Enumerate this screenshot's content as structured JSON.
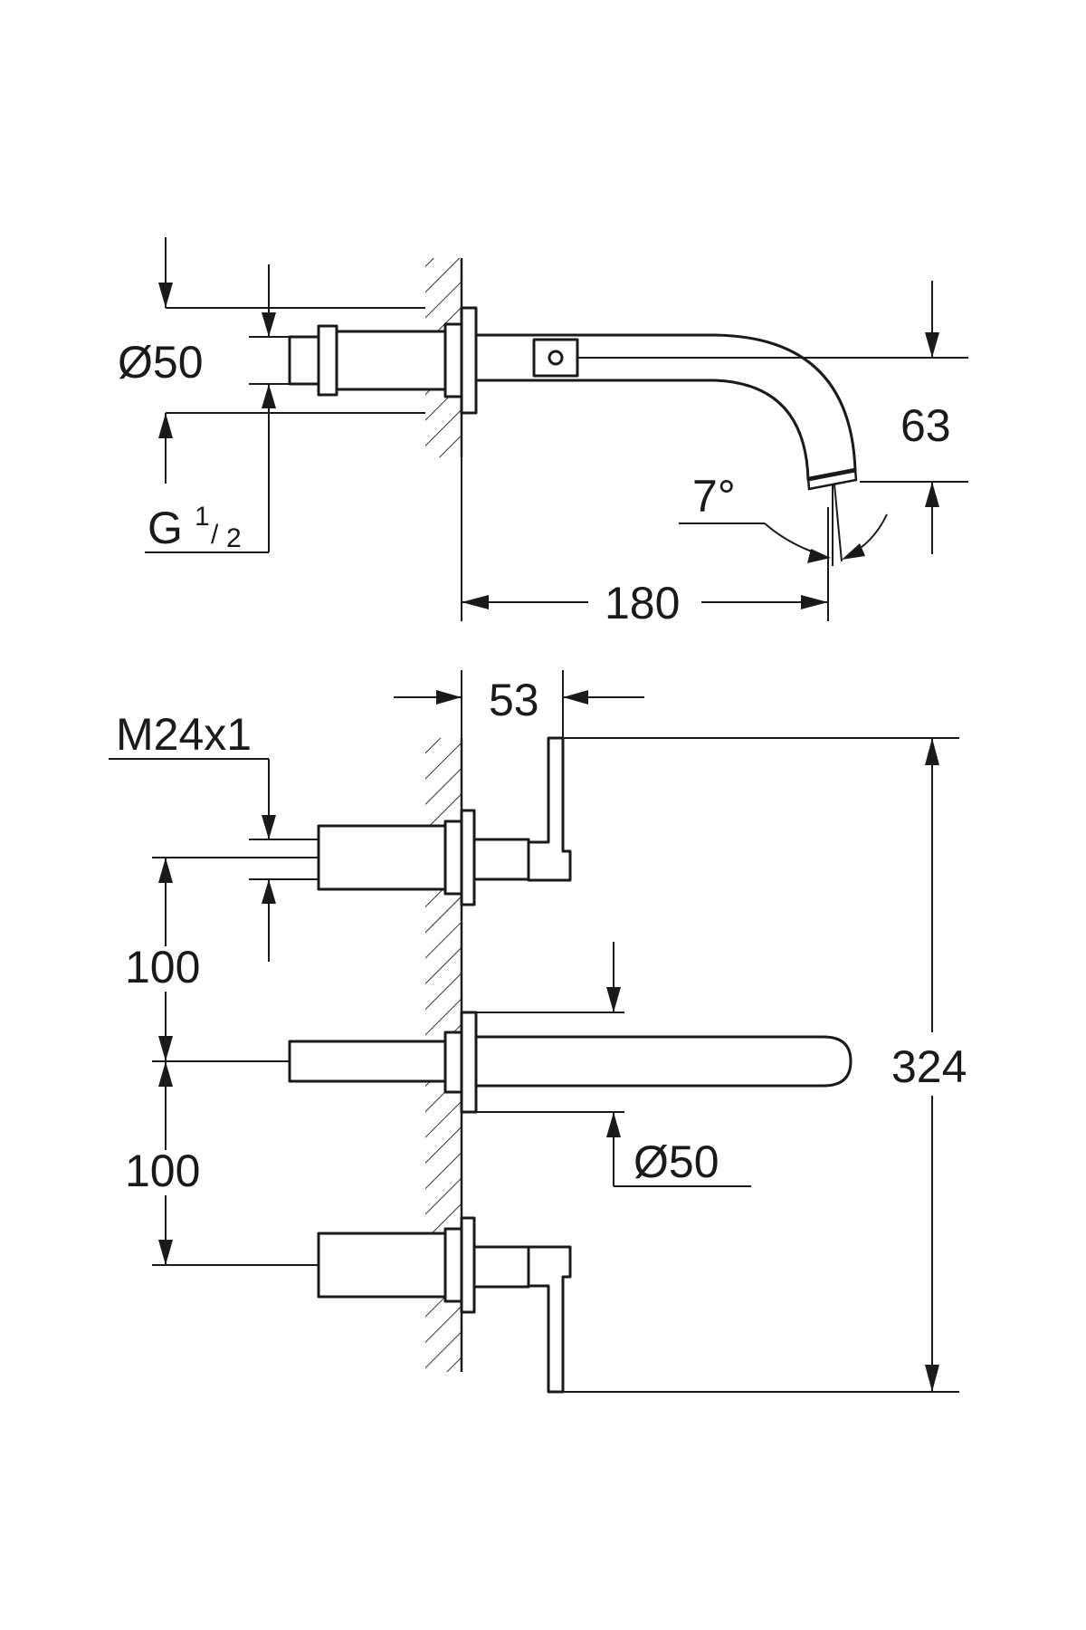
{
  "top_view": {
    "diameter_label": "Ø50",
    "thread_label_main": "G",
    "thread_label_num": "1",
    "thread_label_sep": "/",
    "thread_label_den": "2",
    "spout_height_label": "63",
    "spout_angle_label": "7°",
    "spout_projection_label": "180"
  },
  "front_view": {
    "wall_offset_label": "53",
    "thread_label": "M24x1",
    "spacing_upper_label": "100",
    "spacing_lower_label": "100",
    "overall_height_label": "324",
    "diameter_label": "Ø50"
  }
}
